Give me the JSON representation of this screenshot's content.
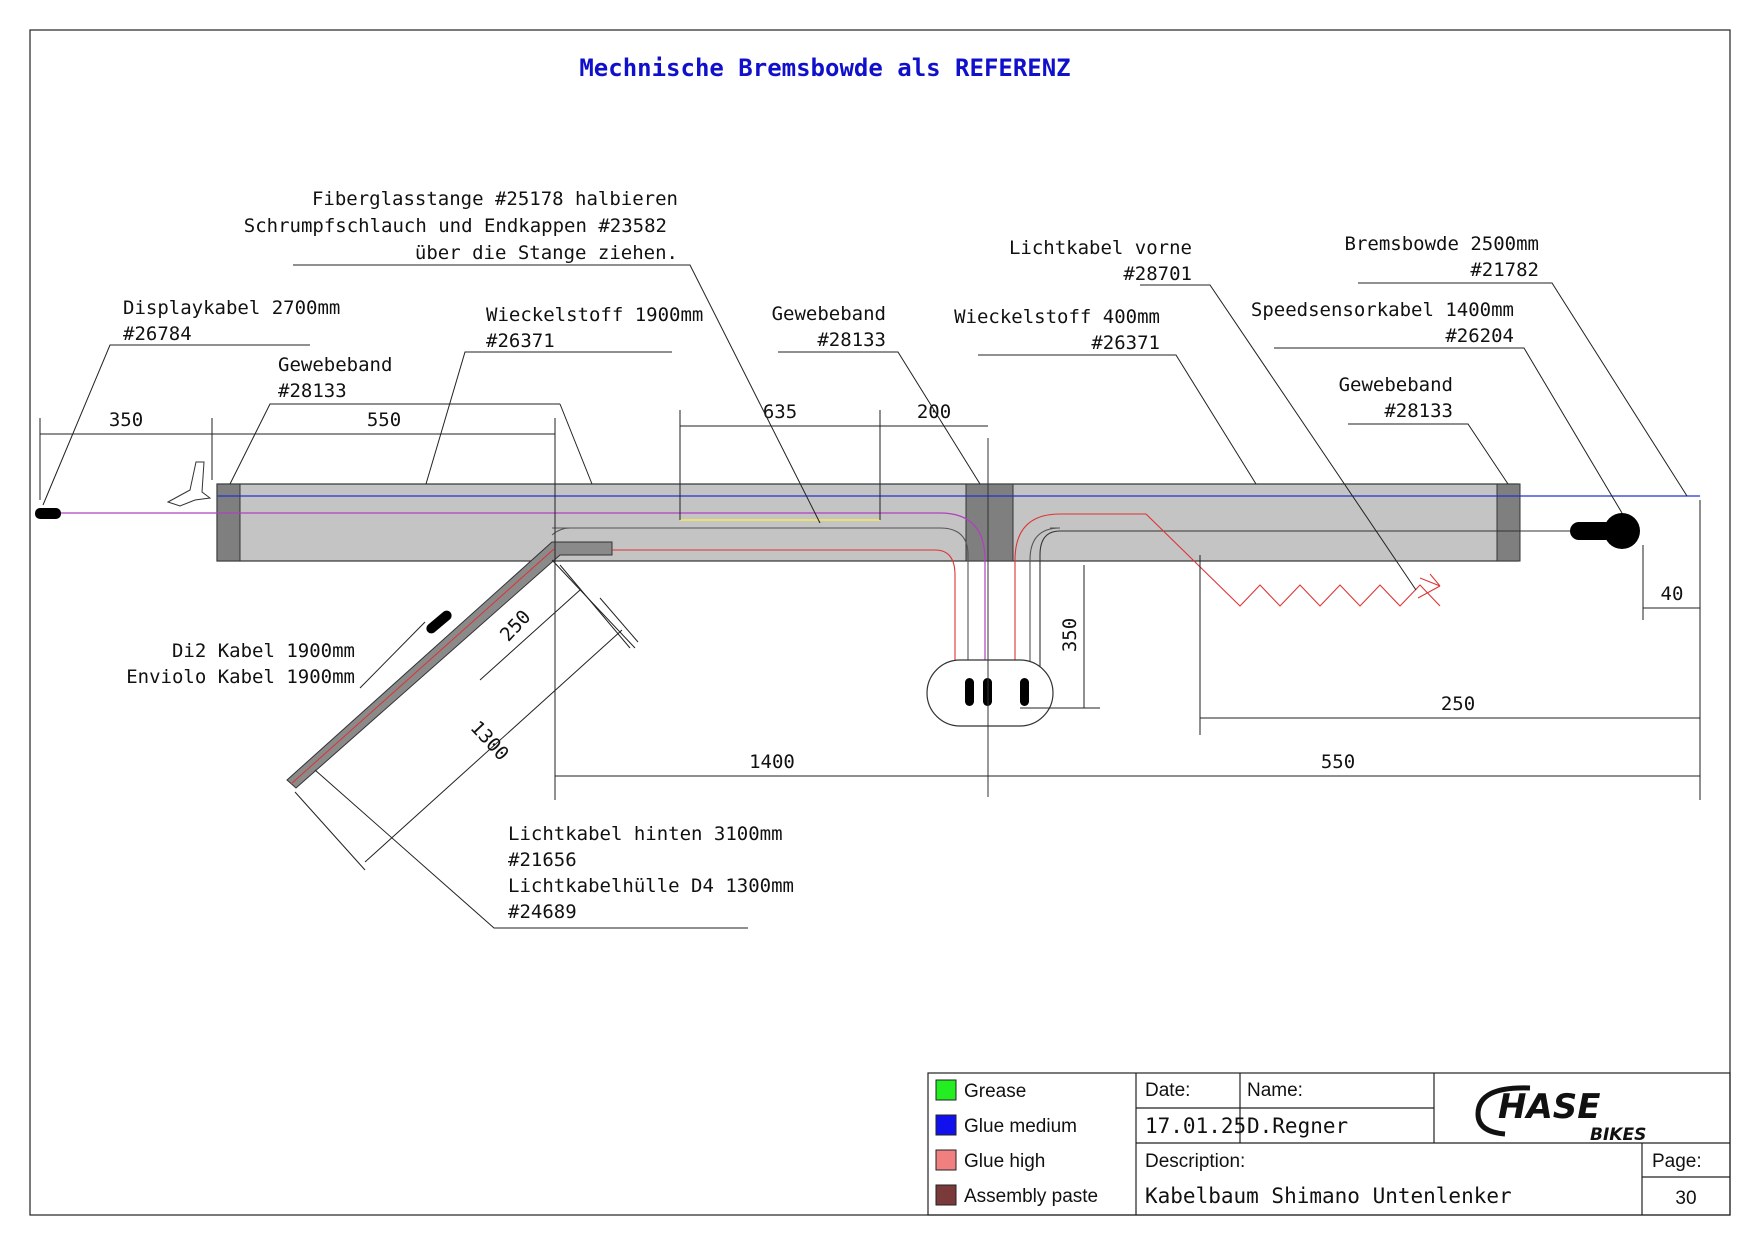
{
  "title": "Mechnische Bremsbowde als REFERENZ",
  "annotations": {
    "fiberglass": [
      "Fiberglasstange #25178 halbieren",
      "Schrumpfschlauch und Endkappen #23582",
      "über die Stange ziehen."
    ],
    "displaykabel": [
      "Displaykabel 2700mm",
      "#26784"
    ],
    "gewebeband_left": [
      "Gewebeband",
      "#28133"
    ],
    "wickelstoff_1900": [
      "Wieckelstoff 1900mm",
      "#26371"
    ],
    "gewebeband_mid": [
      "Gewebeband",
      "#28133"
    ],
    "lichtkabel_vorne": [
      "Lichtkabel vorne",
      "#28701"
    ],
    "wickelstoff_400": [
      "Wieckelstoff 400mm",
      "#26371"
    ],
    "bremsbowde": [
      "Bremsbowde 2500mm",
      "#21782"
    ],
    "speedsensor": [
      "Speedsensorkabel 1400mm",
      "#26204"
    ],
    "gewebeband_right": [
      "Gewebeband",
      "#28133"
    ],
    "di2": [
      "Di2 Kabel 1900mm",
      "Enviolo Kabel 1900mm"
    ],
    "lichtkabel_hinten": [
      "Lichtkabel hinten 3100mm",
      "#21656",
      "Lichtkabelhülle D4 1300mm",
      "#24689"
    ]
  },
  "dimensions": {
    "d350_left": "350",
    "d550_top": "550",
    "d635": "635",
    "d200": "200",
    "d250_diag": "250",
    "d1300": "1300",
    "d1400": "1400",
    "d550_bottom": "550",
    "d350_vert": "350",
    "d250_right": "250",
    "d40": "40"
  },
  "legend": [
    {
      "label": "Grease",
      "color": "#22ee22"
    },
    {
      "label": "Glue medium",
      "color": "#1111ee"
    },
    {
      "label": "Glue high",
      "color": "#f08080"
    },
    {
      "label": "Assembly paste",
      "color": "#7a3a3a"
    }
  ],
  "title_block": {
    "date_label": "Date:",
    "date_value": "17.01.25",
    "name_label": "Name:",
    "name_value": "D.Regner",
    "description_label": "Description:",
    "description_value": "Kabelbaum Shimano Untenlenker",
    "page_label": "Page:",
    "page_value": "30",
    "logo_main": "HASE",
    "logo_sub": "BIKES"
  },
  "colors": {
    "tube": "#c4c4c4",
    "band": "#7f7f7f",
    "brake_cable": "#2233cc",
    "display_cable": "#b040c0",
    "light_cable": "#dd3333",
    "fiberglass": "#e8e070",
    "title": "#1010cc"
  }
}
